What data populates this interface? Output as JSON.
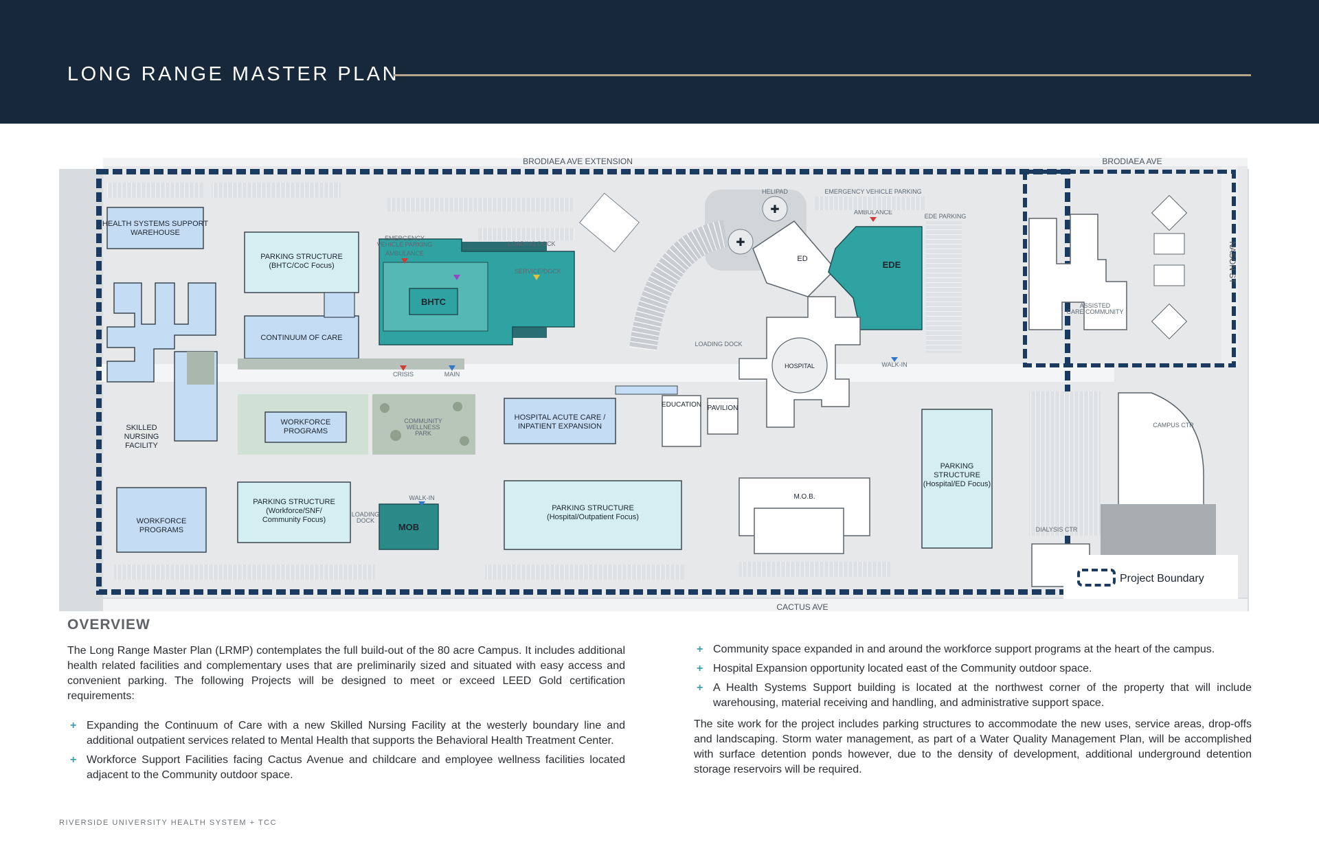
{
  "header": {
    "title": "LONG RANGE MASTER PLAN"
  },
  "map": {
    "streets": {
      "north": "BRODIAEA AVE EXTENSION",
      "north_east": "BRODIAEA AVE",
      "south": "CACTUS AVE",
      "east": "NASON ST"
    },
    "buildings": {
      "hss_warehouse": [
        "HEALTH SYSTEMS SUPPORT",
        "WAREHOUSE"
      ],
      "parking_bhtc": [
        "PARKING STRUCTURE",
        "(BHTC/CoC Focus)"
      ],
      "continuum": "CONTINUUM OF CARE",
      "bhtc": "BHTC",
      "skilled_nursing": [
        "SKILLED",
        "NURSING",
        "FACILITY"
      ],
      "workforce_center": [
        "WORKFORCE",
        "PROGRAMS"
      ],
      "community_park": [
        "COMMUNITY",
        "WELLNESS",
        "PARK"
      ],
      "acute_care": [
        "HOSPITAL ACUTE CARE /",
        "INPATIENT EXPANSION"
      ],
      "workforce_sw": [
        "WORKFORCE",
        "PROGRAMS"
      ],
      "parking_workforce": [
        "PARKING STRUCTURE",
        "(Workforce/SNF/",
        "Community Focus)"
      ],
      "mob_new": "MOB",
      "parking_hospital": [
        "PARKING STRUCTURE",
        "(Hospital/Outpatient Focus)"
      ],
      "ed": "ED",
      "ede": "EDE",
      "hospital": "HOSPITAL",
      "education": "EDUCATION",
      "pavilion": "PAVILION",
      "mob_existing": "M.O.B.",
      "parking_ed": [
        "PARKING",
        "STRUCTURE",
        "(Hospital/ED Focus)"
      ],
      "assisted_care": [
        "ASSISTED",
        "CARE COMMUNITY"
      ],
      "campus_ctr": "CAMPUS CTR",
      "dialysis_ctr": "DIALYSIS CTR"
    },
    "small_labels": {
      "helipad": "HELIPAD",
      "emergency_parking_1": [
        "EMERGENCY",
        "VEHICLE PARKING"
      ],
      "emergency_parking_2": "EMERGENCY VEHICLE PARKING",
      "ambulance_1": "AMBULANCE",
      "ambulance_2": "AMBULANCE",
      "loading_dock_1": "LOADING DOCK",
      "loading_dock_2": "LOADING DOCK",
      "loading_dock_3": [
        "LOADING",
        "DOCK"
      ],
      "service_dock": "SERVICE/DOCK",
      "ede_parking": "EDE PARKING",
      "crisis": "CRISIS",
      "main": "MAIN",
      "walk_in_1": "WALK-IN",
      "walk_in_2": "WALK-IN"
    },
    "legend": {
      "label": "Project Boundary"
    },
    "colors": {
      "teal": "#2ea3a1",
      "light_blue": "#c5dcf5",
      "pale_cyan": "#d5eef2",
      "boundary": "#1b3a5f",
      "site": "#e4e7ea"
    }
  },
  "overview": {
    "heading": "OVERVIEW",
    "intro": "The Long Range Master Plan (LRMP) contemplates the full build-out of the 80 acre Campus.  It includes additional health related facilities and complementary uses that are preliminarily sized and situated with easy access and convenient parking. The following Projects will be designed to meet or exceed LEED Gold certification requirements:",
    "left_bullets": [
      "Expanding the Continuum of Care with a new Skilled Nursing Facility at the westerly boundary line and additional outpatient services related to Mental Health that supports the Behavioral Health Treatment Center.",
      "Workforce Support Facilities facing Cactus Avenue and childcare and employee wellness facilities located adjacent to the Community outdoor space."
    ],
    "right_bullets": [
      "Community space expanded in and around the workforce support programs at the heart of the campus.",
      "Hospital Expansion opportunity located east of the Community outdoor space.",
      "A Health Systems Support building is located at the northwest corner of the property that will include warehousing, material receiving and handling, and administrative support space."
    ],
    "closing": "The site work for the project includes parking structures to accommodate the new uses, service areas, drop-offs and landscaping. Storm water management, as part of a Water Quality Management Plan, will be accomplished with surface detention ponds however, due to the density of development, additional underground detention storage reservoirs will be required."
  },
  "footer": {
    "text": "RIVERSIDE UNIVERSITY HEALTH SYSTEM + TCC"
  }
}
